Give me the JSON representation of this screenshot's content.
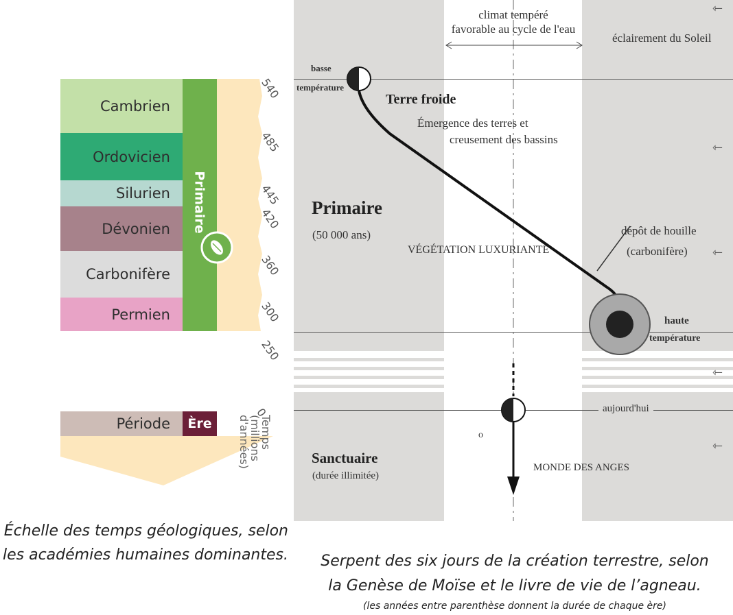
{
  "scale": {
    "periods": [
      {
        "name": "Cambrien",
        "color": "#c3e0a8"
      },
      {
        "name": "Ordovicien",
        "color": "#2eaa74"
      },
      {
        "name": "Silurien",
        "color": "#b6d8d0"
      },
      {
        "name": "Dévonien",
        "color": "#a7828b"
      },
      {
        "name": "Carbonifère",
        "color": "#dcdcdc"
      },
      {
        "name": "Permien",
        "color": "#e8a3c6"
      }
    ],
    "era": "Primaire",
    "era_color": "#6fb14c",
    "ticks": [
      "540",
      "485",
      "445",
      "420",
      "360",
      "300",
      "250",
      "0"
    ],
    "legend": {
      "periode": "Période",
      "ere": "Ère",
      "temps": "Temps (millions d'années)"
    },
    "caption": [
      "Échelle des temps géologiques, selon",
      "les académies humaines dominantes."
    ]
  },
  "diagram": {
    "climate": {
      "line1": "climat tempéré",
      "line2": "favorable au cycle de l'eau"
    },
    "eclairement": "éclairement du Soleil",
    "basse": {
      "line1": "basse",
      "line2": "température"
    },
    "terre_froide": "Terre froide",
    "emergence": {
      "line1": "Émergence des terres et",
      "line2": "creusement des bassins"
    },
    "primaire": {
      "title": "Primaire",
      "duration": "(50 000 ans)"
    },
    "vegetation": "VÉGÉTATION LUXURIANTE",
    "depot": {
      "line1": "dépôt de houille",
      "line2": "(carbonifère)"
    },
    "haute": {
      "line1": "haute",
      "line2": "température"
    },
    "aujourdhui": "aujourd'hui",
    "sanctuaire": {
      "title": "Sanctuaire",
      "duration": "(durée illimitée)"
    },
    "monde": "MONDE DES ANGES",
    "small_o": "o",
    "arrow_glyph": "⇽",
    "column_color": "#dcdbd9"
  },
  "caption_right": {
    "line1": "Serpent des six jours de la création terrestre, selon",
    "line2": "la Genèse de Moïse et le livre de vie de l’agneau.",
    "note": "(les années entre parenthèse donnent la durée de chaque ère)"
  }
}
